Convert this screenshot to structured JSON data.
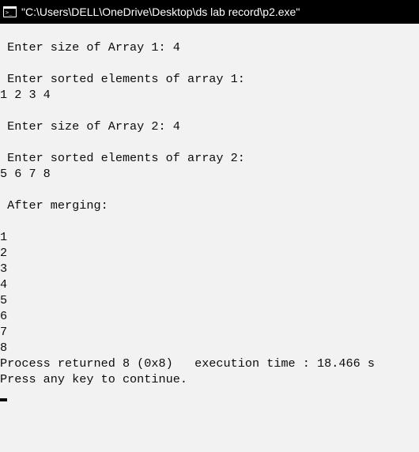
{
  "window": {
    "title": "\"C:\\Users\\DELL\\OneDrive\\Desktop\\ds lab record\\p2.exe\"",
    "icon": "console-app-icon",
    "colors": {
      "titlebar_bg": "#000000",
      "titlebar_text": "#ffffff",
      "console_bg": "#f2f2f2",
      "console_text": "#0c0c0c"
    }
  },
  "console": {
    "lines": [
      " Enter size of Array 1: 4",
      "",
      " Enter sorted elements of array 1:",
      "1 2 3 4",
      "",
      " Enter size of Array 2: 4",
      "",
      " Enter sorted elements of array 2:",
      "5 6 7 8",
      "",
      " After merging:",
      "",
      "1",
      "2",
      "3",
      "4",
      "5",
      "6",
      "7",
      "8",
      "Process returned 8 (0x8)   execution time : 18.466 s",
      "Press any key to continue."
    ]
  }
}
